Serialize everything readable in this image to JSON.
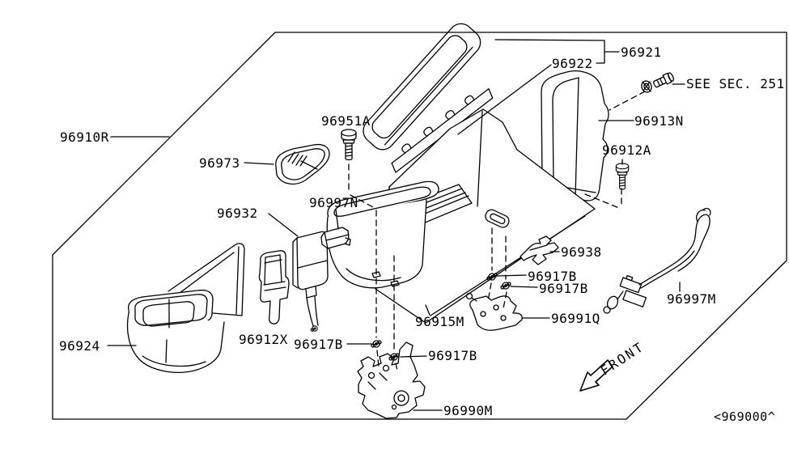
{
  "page": {
    "background_color": "#ffffff",
    "line_color": "#000000"
  },
  "diagram": {
    "description": "Console box exploded parts diagram",
    "labels": {
      "l96910R": "96910R",
      "l96921": "96921",
      "l96922": "96922",
      "l96913N": "96913N",
      "l96912A": "96912A",
      "l96951A": "96951A",
      "l96973": "96973",
      "l96997N": "96997N",
      "l96932": "96932",
      "l96938": "96938",
      "l96917B": "96917B",
      "l96997M": "96997M",
      "l96924": "96924",
      "l96912X": "96912X",
      "l96915M": "96915M",
      "l96991Q": "96991Q",
      "l96990M": "96990M",
      "seesec": "SEE SEC. 251",
      "front": "FRONT",
      "code": "<969000^"
    }
  }
}
